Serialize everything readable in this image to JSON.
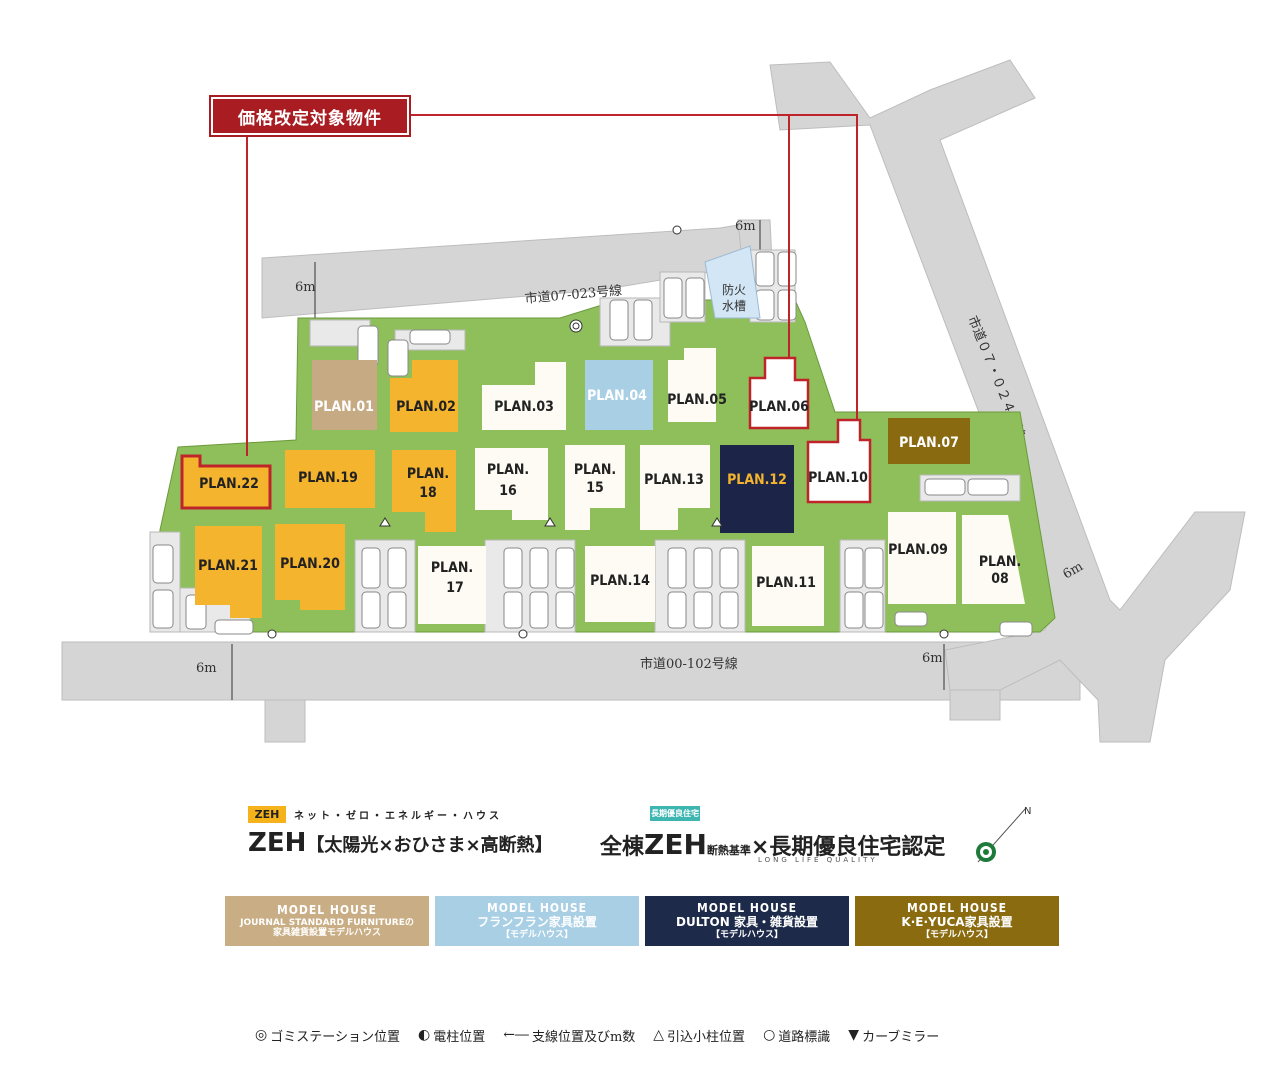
{
  "notice": "価格改定対象物件",
  "roads": {
    "north": "市道07-023号線",
    "south": "市道00-102号線",
    "east": "市道０７・０２４号線",
    "width": "6m"
  },
  "fire_tank": [
    "防火",
    "水槽"
  ],
  "lots": {
    "p01": [
      "PLAN.01"
    ],
    "p02": [
      "PLAN.02"
    ],
    "p03": [
      "PLAN.03"
    ],
    "p04": [
      "PLAN.04"
    ],
    "p05": [
      "PLAN.05"
    ],
    "p06": [
      "PLAN.06"
    ],
    "p07": [
      "PLAN.07"
    ],
    "p08": [
      "PLAN.",
      "08"
    ],
    "p09": [
      "PLAN.09"
    ],
    "p10": [
      "PLAN.10"
    ],
    "p11": [
      "PLAN.11"
    ],
    "p12": [
      "PLAN.12"
    ],
    "p13": [
      "PLAN.13"
    ],
    "p14": [
      "PLAN.14"
    ],
    "p15": [
      "PLAN.",
      "15"
    ],
    "p16": [
      "PLAN.",
      "16"
    ],
    "p17": [
      "PLAN.",
      "17"
    ],
    "p18": [
      "PLAN.",
      "18"
    ],
    "p19": [
      "PLAN.19"
    ],
    "p20": [
      "PLAN.20"
    ],
    "p21": [
      "PLAN.21"
    ],
    "p22": [
      "PLAN.22"
    ]
  },
  "zeh": {
    "badge": "ZEH",
    "subtitle": "ネット・ゼロ・エネルギー・ハウス",
    "main_zeh": "ZEH",
    "bracket_open": "【",
    "item1": "太陽光",
    "x": "×",
    "item2": "おひさま",
    "item3": "高断熱",
    "bracket_close": "】",
    "all": "全棟",
    "chouki_badge": "長期優良住宅",
    "zeh2": "ZEH",
    "dannetsu": "断熱基準",
    "chouki": "長期優良住宅認定",
    "long_life": "LONG LIFE QUALITY"
  },
  "model_houses": [
    {
      "title": "MODEL HOUSE",
      "l1": "JOURNAL STANDARD FURNITUREの",
      "l2": "家具雑貨設置モデルハウス",
      "color": "#c9ad84"
    },
    {
      "title": "MODEL HOUSE",
      "l1": "フランフラン家具設置",
      "l2": "【モデルハウス】",
      "color": "#a9cfe5"
    },
    {
      "title": "MODEL HOUSE",
      "l1": "DULTON 家具・雑貨設置",
      "l2": "【モデルハウス】",
      "color": "#1d2a4a"
    },
    {
      "title": "MODEL HOUSE",
      "l1": "K·E·YUCA家具設置",
      "l2": "【モデルハウス】",
      "color": "#8a6b10"
    }
  ],
  "compass": "N",
  "legend": [
    {
      "sym": "◎",
      "label": "ゴミステーション位置"
    },
    {
      "sym": "◐",
      "label": "電柱位置"
    },
    {
      "sym": "←―",
      "label": "支線位置及びm数"
    },
    {
      "sym": "△",
      "label": "引込小柱位置"
    },
    {
      "sym": "○",
      "label": "道路標識"
    },
    {
      "sym": "▼",
      "label": "カーブミラー"
    }
  ],
  "colors": {
    "road": "#d6d6d6",
    "grass": "#8fbf5a",
    "white_lot": "#fdfbf3",
    "yellow_lot": "#f5b42e",
    "beige_lot": "#c6aa84",
    "blue_lot": "#a9cfe5",
    "navy_lot": "#1c2548",
    "brown_lot": "#8a6a10",
    "red_outline": "#c0242b",
    "notice_bg": "#a91d22"
  }
}
